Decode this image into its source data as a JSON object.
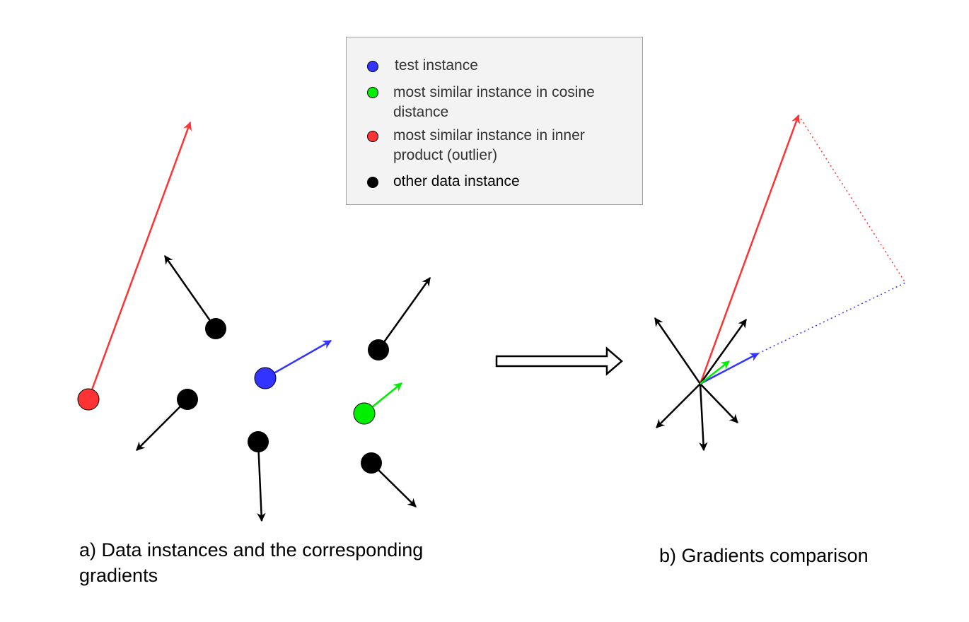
{
  "legend": {
    "items": [
      {
        "label": "test instance",
        "color": "#3333ff"
      },
      {
        "label": "most similar instance in cosine distance",
        "color": "#00ee00"
      },
      {
        "label": "most similar instance in inner product (outlier)",
        "color": "#ff3333"
      },
      {
        "label": "other data instance",
        "color": "#000000"
      }
    ]
  },
  "captions": {
    "left": "a) Data instances and the corresponding gradients",
    "right": "b) Gradients comparison"
  },
  "colors": {
    "test": "#3333ff",
    "cosine": "#00ee00",
    "outlier": "#ff3333",
    "other": "#000000"
  }
}
